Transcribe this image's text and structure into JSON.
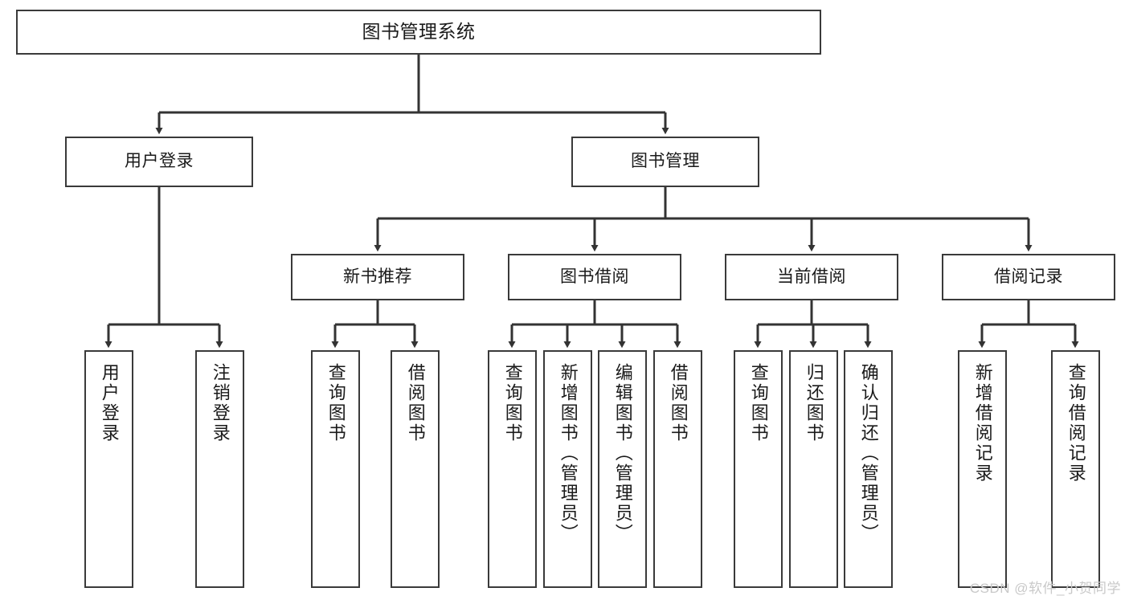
{
  "diagram": {
    "type": "tree",
    "title": "图书管理系统",
    "colors": {
      "box_border": "#3a3a3a",
      "box_fill": "#ffffff",
      "connector": "#333333",
      "text": "#1a1a1a",
      "watermark": "#c9c9c9",
      "background": "#ffffff"
    },
    "root": {
      "label": "图书管理系统"
    },
    "level2": [
      {
        "label": "用户登录"
      },
      {
        "label": "图书管理"
      }
    ],
    "level3": [
      {
        "label": "新书推荐"
      },
      {
        "label": "图书借阅"
      },
      {
        "label": "当前借阅"
      },
      {
        "label": "借阅记录"
      }
    ],
    "leaves": {
      "user_login": [
        {
          "label": "用户登录"
        },
        {
          "label": "注销登录"
        }
      ],
      "new_book_recommend": [
        {
          "label": "查询图书"
        },
        {
          "label": "借阅图书"
        }
      ],
      "book_borrow": [
        {
          "label": "查询图书"
        },
        {
          "label": "新增图书（管理员）"
        },
        {
          "label": "编辑图书（管理员）"
        },
        {
          "label": "借阅图书"
        }
      ],
      "current_borrow": [
        {
          "label": "查询图书"
        },
        {
          "label": "归还图书"
        },
        {
          "label": "确认归还（管理员）"
        }
      ],
      "borrow_record": [
        {
          "label": "新增借阅记录"
        },
        {
          "label": "查询借阅记录"
        }
      ]
    }
  },
  "watermark": {
    "text": "CSDN @软件_小贺同学"
  }
}
